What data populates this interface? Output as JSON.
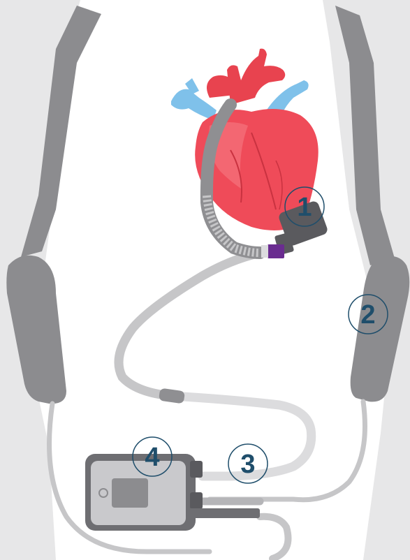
{
  "diagram": {
    "callouts": [
      {
        "id": "pump",
        "label": "1"
      },
      {
        "id": "harness",
        "label": "2"
      },
      {
        "id": "driveline",
        "label": "3"
      },
      {
        "id": "controller",
        "label": "4"
      }
    ]
  },
  "colors": {
    "background": "#ffffff",
    "torso": "#e7e7e8",
    "strap": "#8c8c8f",
    "heart": "#ef4b59",
    "heart_light": "#f5737e",
    "vessel_red": "#e8434f",
    "vessel_blue": "#7fc1ea",
    "cable": "#c6c6c8",
    "cable_dark": "#8f8f92",
    "pump": "#5a5a5e",
    "purple": "#6a2c90",
    "controller_body": "#6e6e72",
    "controller_face": "#c9c9cc",
    "callout": "#1f4e6b"
  }
}
